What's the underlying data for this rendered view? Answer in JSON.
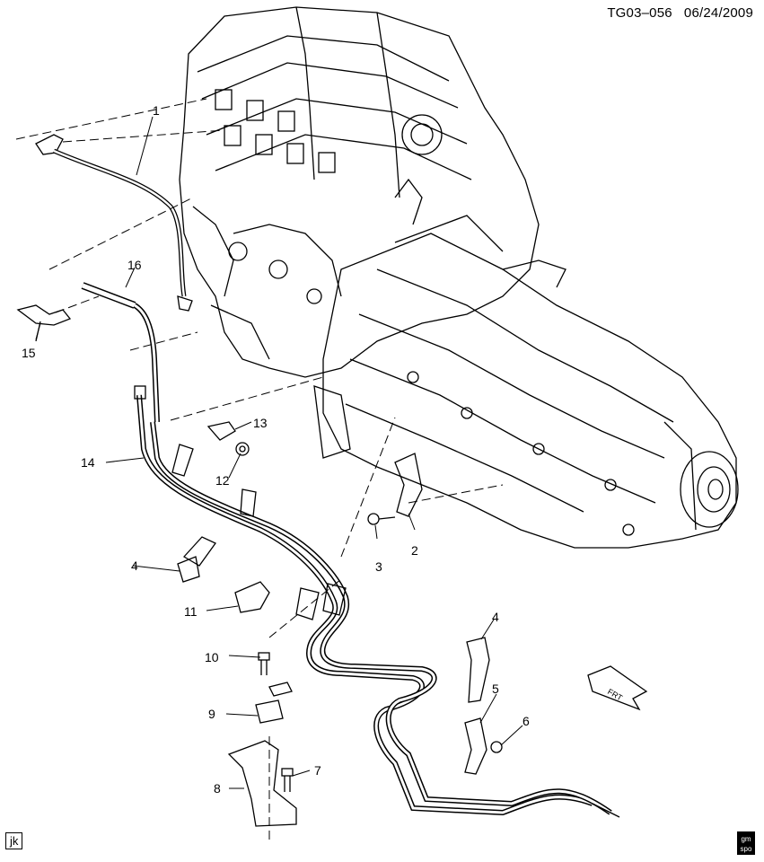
{
  "header": {
    "code": "TG03–056",
    "date": "06/24/2009"
  },
  "corner_left_code": "jk",
  "corner_right_logo": {
    "line1": "gm",
    "line2": "spo"
  },
  "callouts": [
    "1",
    "2",
    "3",
    "4",
    "4",
    "5",
    "6",
    "7",
    "8",
    "9",
    "10",
    "11",
    "12",
    "13",
    "14",
    "15",
    "16"
  ],
  "arrow_label": "FRT"
}
